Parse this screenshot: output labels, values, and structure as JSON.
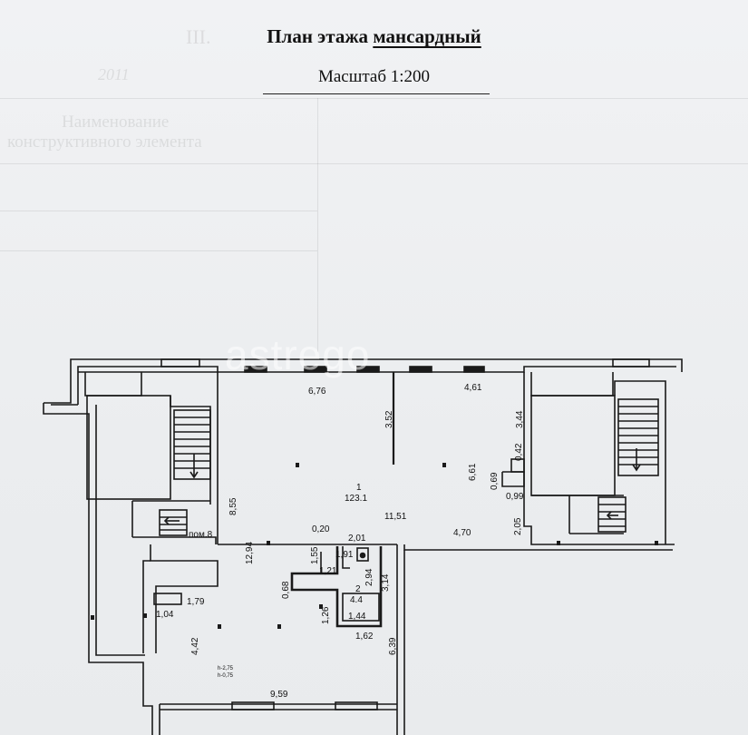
{
  "header": {
    "title_prefix": "План этажа",
    "title_floor": "мансардный",
    "scale_text": "Масштаб 1:200"
  },
  "watermark": {
    "text": "astrego"
  },
  "background_text": {
    "roman": "III.",
    "year": "2011",
    "name_col_1": "Наименование",
    "name_col_2": "конструктивного элемента"
  },
  "rooms": [
    {
      "number": "1",
      "area": "123.1"
    },
    {
      "number": "2",
      "area": "4.4"
    }
  ],
  "room_label": "пом.8",
  "dimensions": {
    "d676": "6,76",
    "d352": "3,52",
    "d461": "4,61",
    "d344": "3,44",
    "d855": "8,55",
    "d661": "6,61",
    "d042": "0,42",
    "d069": "0,69",
    "d099": "0,99",
    "d1151": "11,51",
    "d020": "0,20",
    "d201": "2,01",
    "d470": "4,70",
    "d205": "2,05",
    "d1294": "12,94",
    "d155": "1,55",
    "d191": "1,91",
    "d121": "1,21",
    "d294": "2,94",
    "d314": "3,14",
    "d068": "0,68",
    "d179": "1,79",
    "d104": "1,04",
    "d126": "1,26",
    "d144": "1,44",
    "d162": "1,62",
    "d442": "4,42",
    "d639": "6,39",
    "d959": "9,59",
    "h1": "h-2,75",
    "h2": "h-0,75"
  }
}
